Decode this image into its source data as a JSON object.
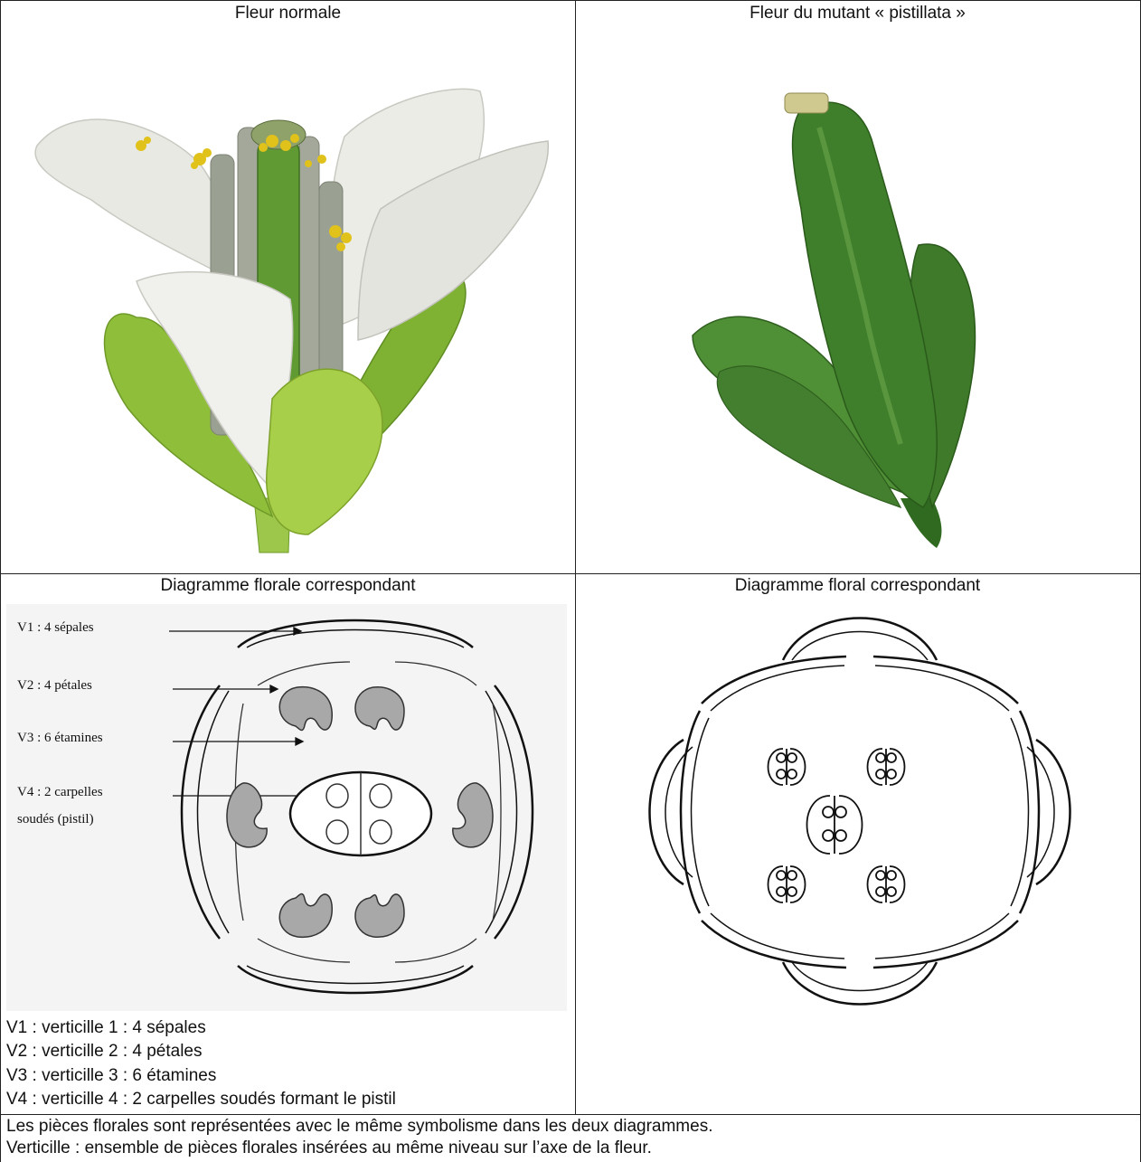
{
  "cells": {
    "top_left_title": "Fleur normale",
    "top_right_title": "Fleur du mutant « pistillata »",
    "bottom_left_title": "Diagramme florale correspondant",
    "bottom_right_title": "Diagramme floral correspondant"
  },
  "diagram_labels": [
    "V1 : 4 sépales",
    "V2 : 4 pétales",
    "V3 : 6 étamines",
    "V4 : 2 carpelles",
    "soudés (pistil)"
  ],
  "legend": [
    "V1 : verticille 1 : 4 sépales",
    "V2 : verticille 2 : 4 pétales",
    "V3 : verticille 3 : 6 étamines",
    "V4 : verticille 4 : 2 carpelles soudés formant le pistil"
  ],
  "notes": [
    "Les pièces florales sont représentées avec le même symbolisme dans les deux diagrammes.",
    "Verticille : ensemble de pièces florales insérées au même niveau sur l’axe de la fleur."
  ],
  "colors": {
    "petal_white": "#e9e9e4",
    "sepal_green": "#8fbe3a",
    "stamen_gray": "#9aa092",
    "pollen_yellow": "#e0c21a",
    "pistil_green": "#5f9a32",
    "mutant_green": "#3f7f2c",
    "stamen_fill_diagram": "#a8a8a8"
  }
}
